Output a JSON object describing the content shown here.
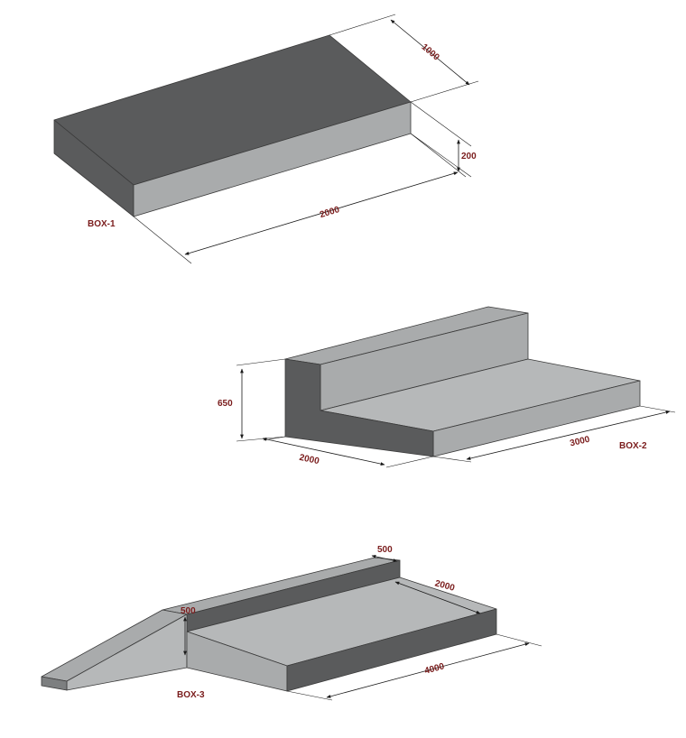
{
  "colors": {
    "top_dark": "#5a5b5c",
    "top_light": "#a9abac",
    "side_mid": "#7d7f80",
    "side_light": "#b6b8b9",
    "side_dark": "#4e4f50",
    "label": "#7a1c1c"
  },
  "box1": {
    "label": "BOX-1",
    "dim_depth": "1000",
    "dim_height": "200",
    "dim_length": "2000"
  },
  "box2": {
    "label": "BOX-2",
    "dim_height": "650",
    "dim_depth": "2000",
    "dim_length": "3000"
  },
  "box3": {
    "label": "BOX-3",
    "dim_top_width": "500",
    "dim_step_height": "500",
    "dim_platform_depth": "2000",
    "dim_length": "4000"
  }
}
